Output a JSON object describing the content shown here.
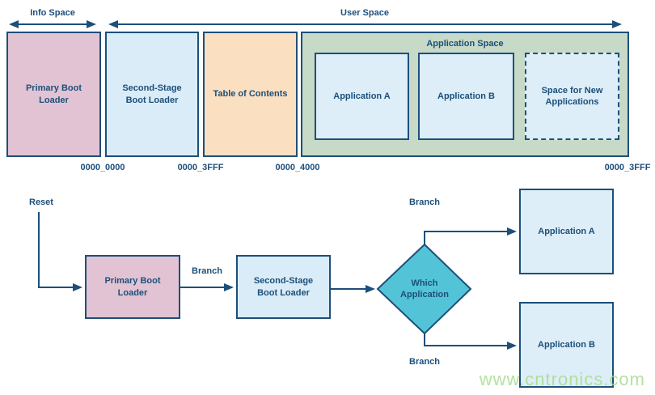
{
  "colors": {
    "navy": "#1d4f7a",
    "pink": "#e2c3d3",
    "lightblue": "#d9ecf7",
    "appblue": "#ddeef8",
    "peach": "#fbdfc1",
    "green": "#c7dac7",
    "teal": "#53c4d7",
    "watermark_green": "#a8dc8e"
  },
  "memory_map": {
    "info_space_label": "Info Space",
    "user_space_label": "User Space",
    "application_space_label": "Application Space",
    "blocks": [
      {
        "label": "Primary Boot Loader"
      },
      {
        "label": "Second-Stage Boot Loader"
      },
      {
        "label": "Table of Contents"
      },
      {
        "label": "Application A"
      },
      {
        "label": "Application B"
      },
      {
        "label": "Space for New Applications"
      }
    ],
    "addresses": [
      "0000_0000",
      "0000_3FFF",
      "0000_4000",
      "0000_3FFF"
    ]
  },
  "flowchart": {
    "reset_label": "Reset",
    "branch_labels": [
      "Branch",
      "Branch",
      "Branch"
    ],
    "nodes": [
      {
        "label": "Primary Boot Loader"
      },
      {
        "label": "Second-Stage Boot Loader"
      },
      {
        "label": "Which Application"
      },
      {
        "label": "Application A"
      },
      {
        "label": "Application B"
      }
    ]
  },
  "watermark": {
    "text": "www.cntronics.com"
  }
}
